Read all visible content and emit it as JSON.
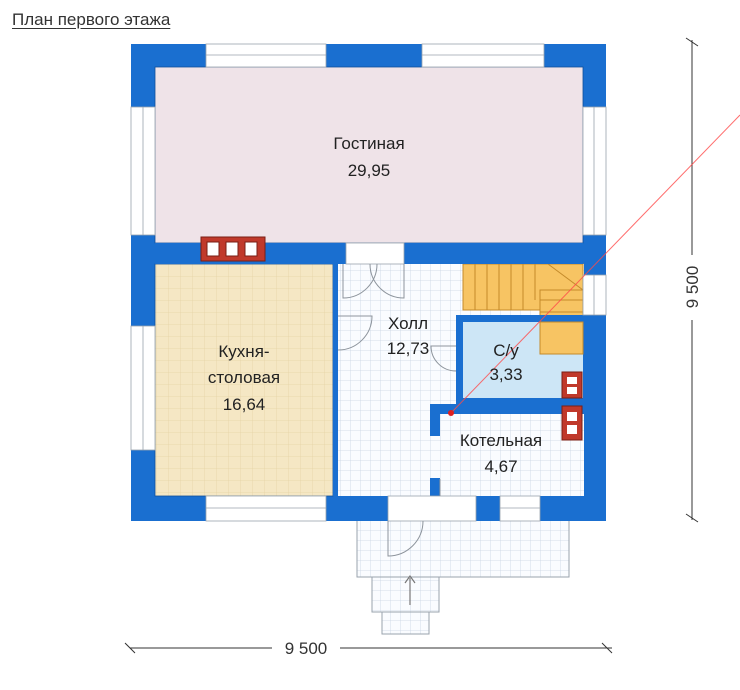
{
  "title": "План первого этажа",
  "colors": {
    "wall": "#1a6fd0",
    "living": "#efe3e8",
    "kitchen": "#f5e7c4",
    "tile": "#f7f9fc",
    "bath": "#cde6f6",
    "stairs": "#f7c463",
    "chimney": "#c0392b",
    "guide": "#ff4a4a"
  },
  "rooms": {
    "living": {
      "name": "Гостиная",
      "area": "29,95"
    },
    "kitchen": {
      "name_line1": "Кухня-",
      "name_line2": "столовая",
      "area": "16,64"
    },
    "hall": {
      "name": "Холл",
      "area": "12,73"
    },
    "bathroom": {
      "name": "С/у",
      "area": "3,33"
    },
    "boiler": {
      "name": "Котельная",
      "area": "4,67"
    }
  },
  "dimensions": {
    "width": "9 500",
    "height": "9 500"
  }
}
